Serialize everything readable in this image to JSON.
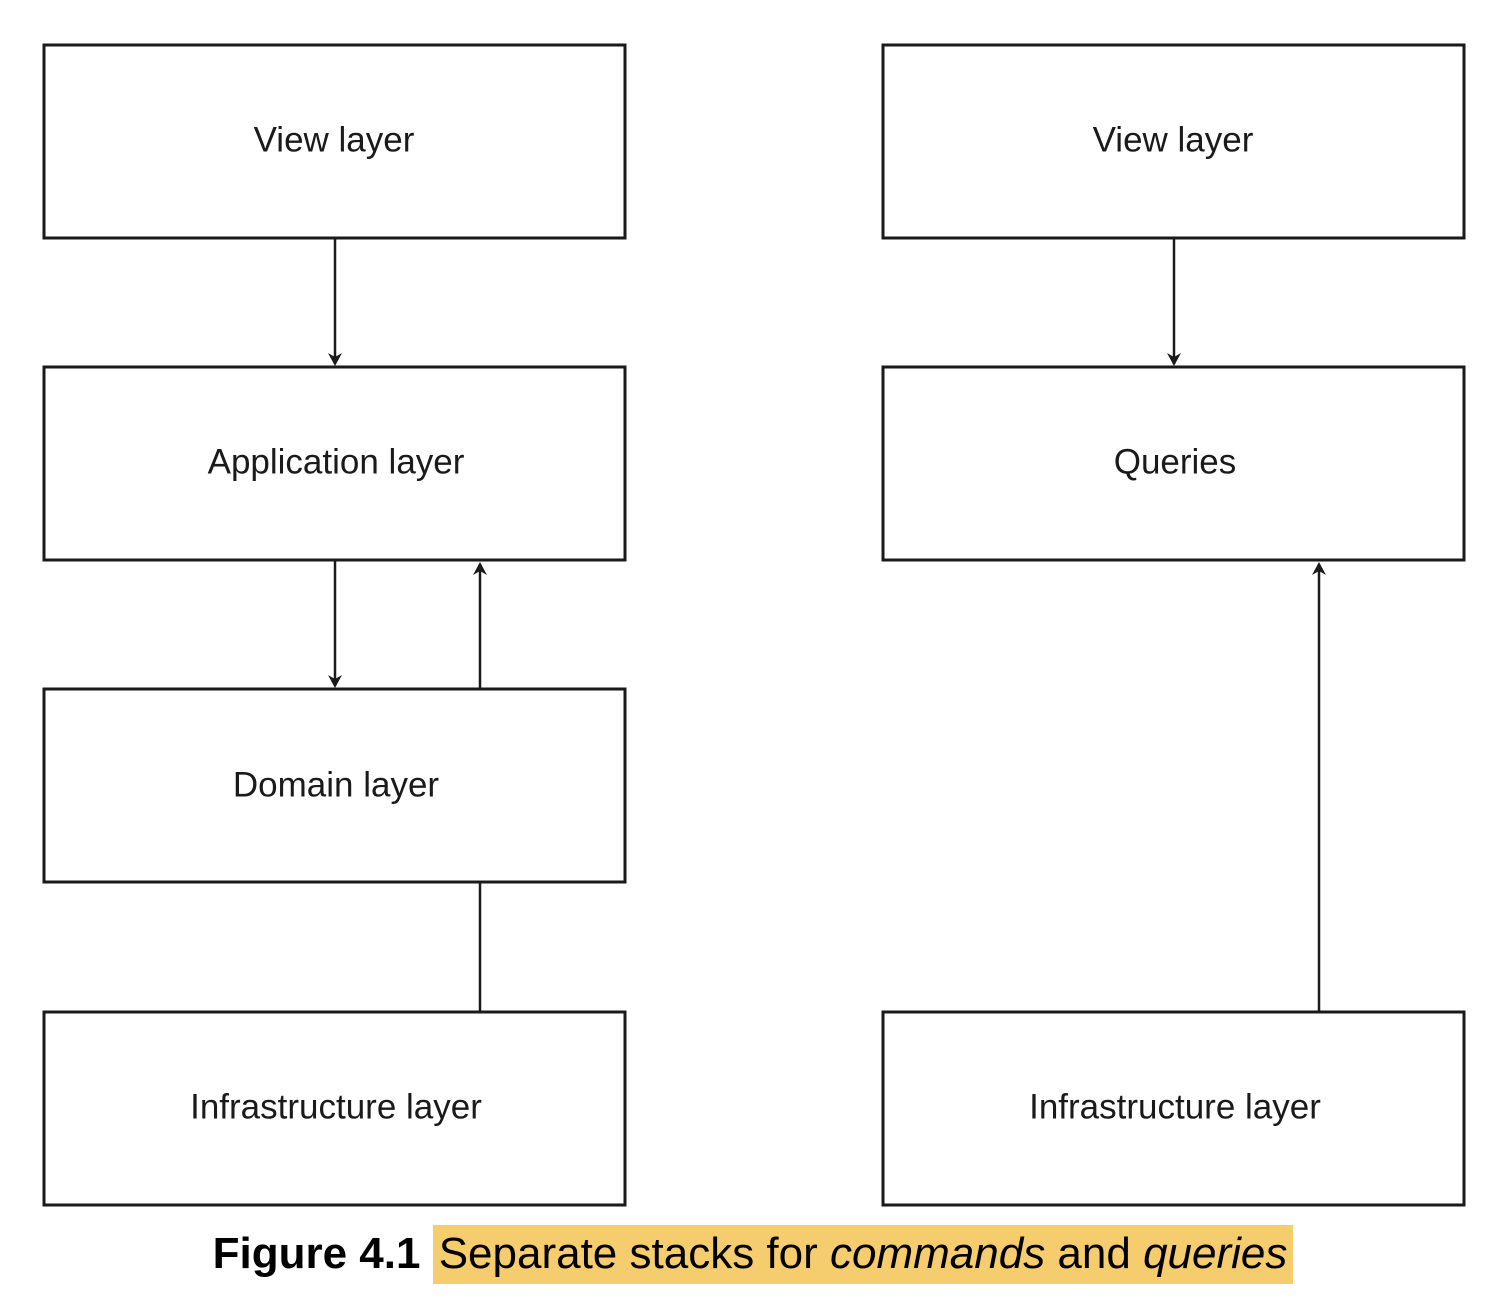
{
  "colors": {
    "stroke": "#1a1a1a",
    "highlight": "#f5cc6e"
  },
  "left_stack": {
    "view": "View layer",
    "application": "Application layer",
    "domain": "Domain layer",
    "infrastructure": "Infrastructure layer"
  },
  "right_stack": {
    "view": "View layer",
    "queries": "Queries",
    "infrastructure": "Infrastructure layer"
  },
  "caption": {
    "number": "Figure 4.1",
    "text_1": "Separate stacks for ",
    "emph_1": "commands",
    "text_2": " and ",
    "emph_2": "queries"
  }
}
